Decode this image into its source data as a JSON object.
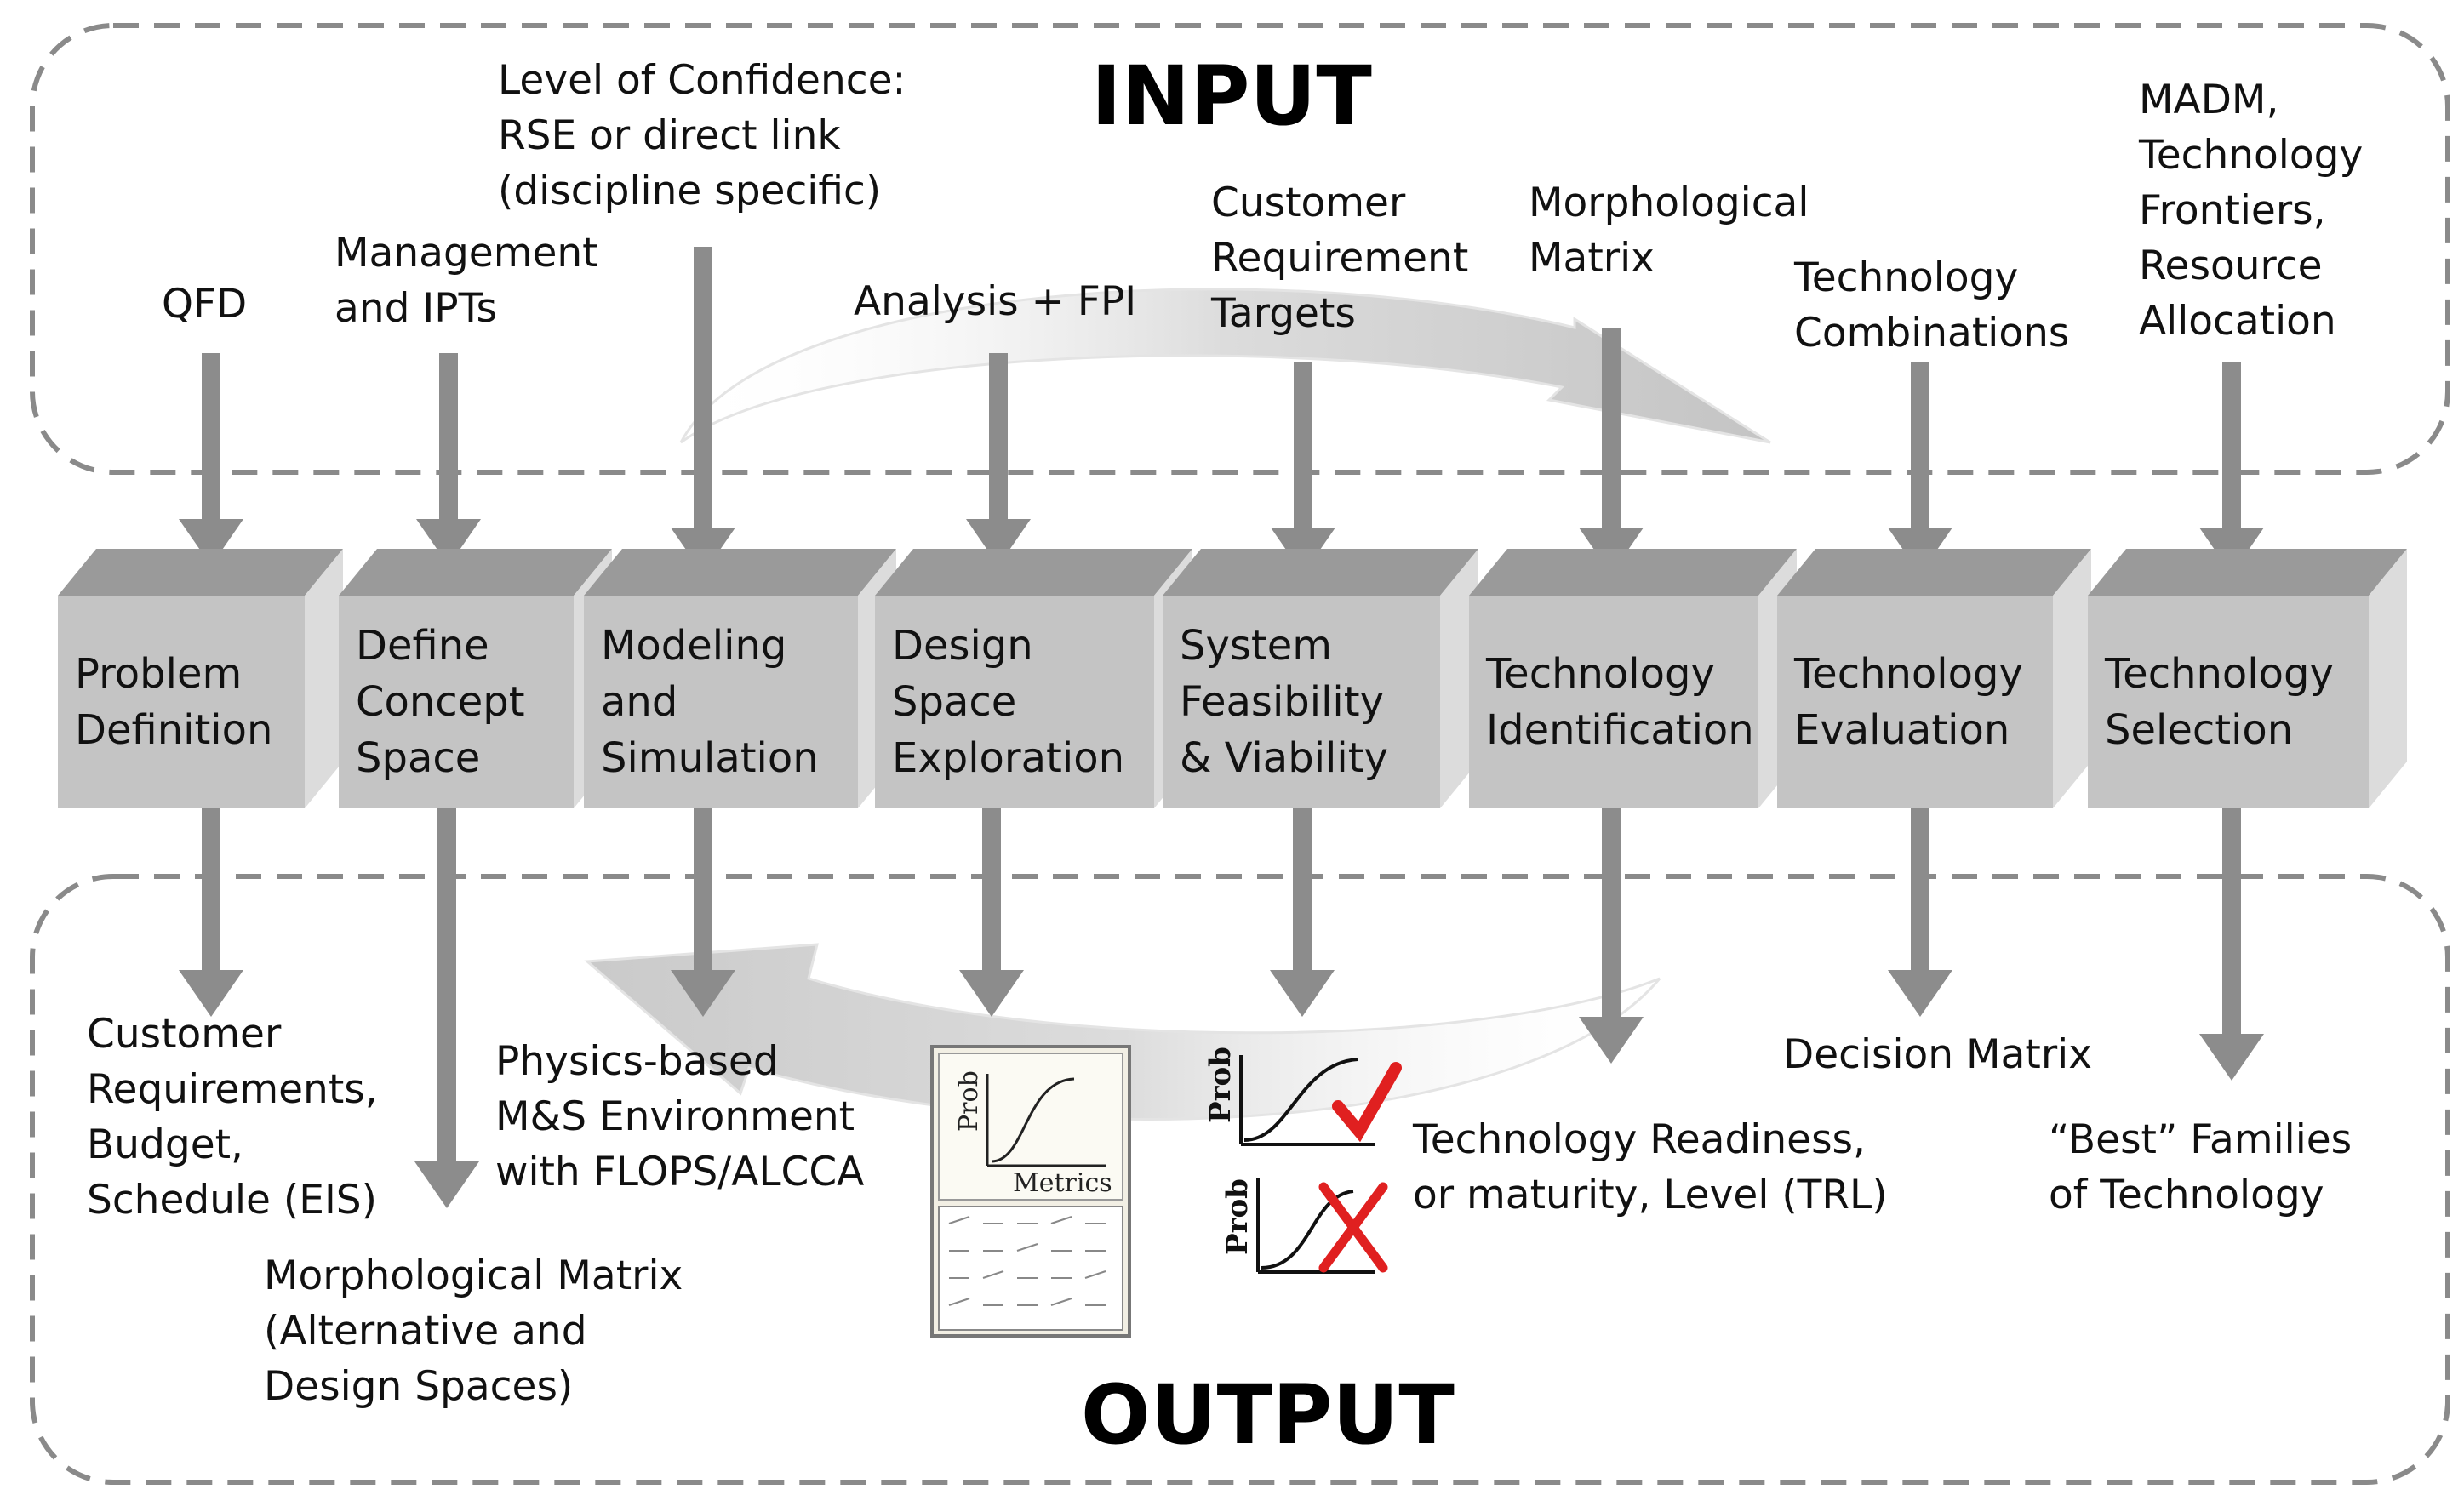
{
  "sections": {
    "input_title": "INPUT",
    "output_title": "OUTPUT"
  },
  "steps": [
    {
      "label": "Problem\nDefinition"
    },
    {
      "label": "Define\nConcept\nSpace"
    },
    {
      "label": "Modeling\nand\nSimulation"
    },
    {
      "label": "Design\nSpace\nExploration"
    },
    {
      "label": "System\nFeasibility\n& Viability"
    },
    {
      "label": "Technology\nIdentification"
    },
    {
      "label": "Technology\nEvaluation"
    },
    {
      "label": "Technology\nSelection"
    }
  ],
  "inputs": [
    {
      "label": "QFD"
    },
    {
      "label": "Management\nand IPTs"
    },
    {
      "label": "Level of Confidence:\nRSE or direct link\n(discipline specific)"
    },
    {
      "label": "Analysis + FPI"
    },
    {
      "label": "Customer\nRequirement\nTargets"
    },
    {
      "label": "Morphological\nMatrix"
    },
    {
      "label": "Technology\nCombinations"
    },
    {
      "label": "MADM,\nTechnology\nFrontiers,\nResource\nAllocation"
    }
  ],
  "outputs": [
    {
      "label": "Customer\nRequirements,\nBudget,\nSchedule (EIS)"
    },
    {
      "label": "Morphological Matrix\n(Alternative and\nDesign Spaces)"
    },
    {
      "label": "Physics-based\nM&S Environment\nwith FLOPS/ALCCA"
    },
    {
      "label": "Technology Readiness,\nor maturity, Level (TRL)"
    },
    {
      "label": "Decision Matrix"
    },
    {
      "label": "“Best” Families\nof Technology"
    }
  ],
  "mini_chart": {
    "ylabel": "Prob",
    "xlabel": "Metrics"
  },
  "feasibility_chart": {
    "ylabel": "Prob"
  },
  "colors": {
    "box_front": "#c4c4c4",
    "box_top": "#9a9a9a",
    "box_side": "#dcdcdc",
    "arrow": "#8c8c8c",
    "dashed_border": "#8a8a8a",
    "check_mark": "#e02020"
  }
}
